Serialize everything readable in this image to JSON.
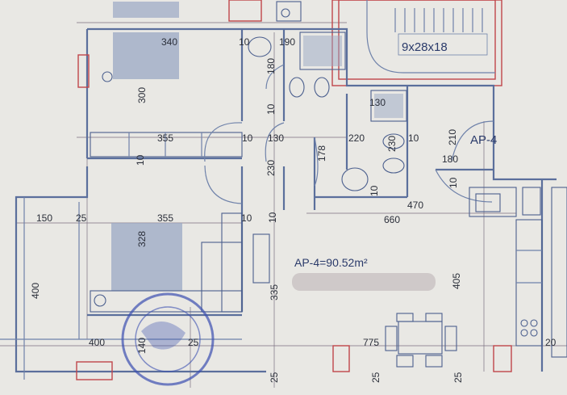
{
  "plan": {
    "apartment_label": "AP-4=90.52m²",
    "stair_label": "9x28x18",
    "corner_label": "AP-4",
    "dimensions": {
      "d340": "340",
      "d10a": "10",
      "d190": "190",
      "d300": "300",
      "d180a": "180",
      "d10b": "10",
      "d130a": "130",
      "d355a": "355",
      "d10c": "10",
      "d130b": "130",
      "d220": "220",
      "d230a": "230",
      "d10d": "10",
      "d210": "210",
      "d180b": "180",
      "d178": "178",
      "d230b": "230",
      "d10e": "10",
      "d10f": "10",
      "d10g": "10",
      "d470": "470",
      "d660": "660",
      "d150": "150",
      "d25a": "25",
      "d355b": "355",
      "d10h": "10",
      "d10i": "10",
      "d400v": "400",
      "d328": "328",
      "d405": "405",
      "d335": "335",
      "d400h": "400",
      "d140": "140",
      "d25b": "25",
      "d775": "775",
      "d20": "20",
      "d25c": "25",
      "d25d": "25",
      "d25e": "25"
    }
  },
  "colors": {
    "paper": "#e9e8e4",
    "wall": "#5b6f9c",
    "red_accent": "#c0454a",
    "stamp": "#3b4fb0"
  }
}
